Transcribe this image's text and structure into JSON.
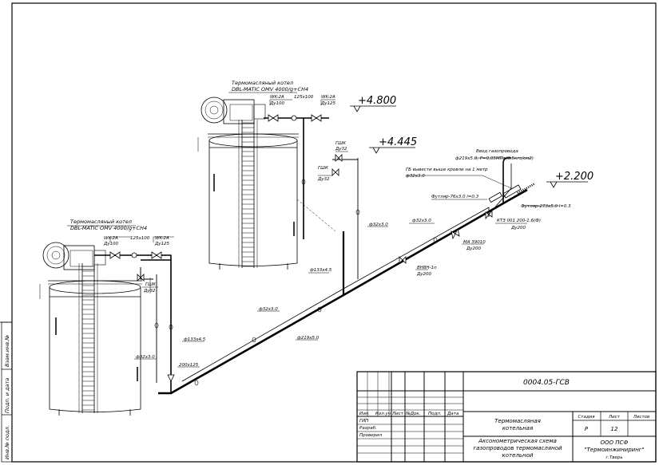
{
  "title_block": {
    "doc_code": "0004.05-ГСВ",
    "header_cols": [
      "Изм.",
      "Кол.уч",
      "Лист",
      "№Док.",
      "Подп.",
      "Дата"
    ],
    "roles": [
      "ГИП",
      "Разраб.",
      "Проверил"
    ],
    "object_name": "Термомасляная котельная",
    "sheet_title": "Аксонометрическая схема газопроводов термомасляной котельной",
    "stage_label": "Стадия",
    "sheet_label": "Лист",
    "sheets_label": "Листов",
    "stage": "Р",
    "sheet": "12",
    "sheets": "",
    "org_line1": "ООО ПСФ",
    "org_line2": "\"Термоинжиниринг\"",
    "org_city": "г.Тверь"
  },
  "side_stamp": [
    "Инв.№ подл.",
    "Подп. и дата",
    "Взам.инв.№"
  ],
  "elevations": {
    "e1": "+4.800",
    "e2": "+4.445",
    "e3": "+2.200"
  },
  "boiler1": {
    "title_line1": "Термомасляный котел",
    "title_line2": "DBL-MATIC OMV 4000/g+СН4",
    "wk_left": "WK-2A",
    "wk_left_dn": "Ду100",
    "size": "125х100",
    "wk_right": "WK-2A",
    "wk_right_dn": "Ду125",
    "gshk": "ГШК",
    "gshk_dn": "Ду32"
  },
  "boiler2": {
    "title_line1": "Термомасляный котел",
    "title_line2": "DBL-MATIC OMV 4000/g+СН4",
    "wk_left": "WK-2A",
    "wk_left_dn": "Ду100",
    "size": "125х100",
    "wk_right": "WK-2A",
    "wk_right_dn": "Ду125",
    "gshk_top": "ГШК",
    "gshk_top_dn": "Ду32",
    "gshk_bot": "ГШК",
    "gshk_bot_dn": "Ду32"
  },
  "pipe_labels": {
    "inlet": "Ввод газопровода",
    "inlet_spec": "ф219х5.0, Р=0,05МПа(0,5кгс/см2)",
    "purge": "ГБ вывести выше кровли на 1 метр",
    "purge_pipe": "ф32х3.0",
    "sleeve1": "Футляр-76х3.0 l=0.3",
    "sleeve2": "Футляр-273х5.0 l=0.3",
    "d32_mid": "ф32х3.0",
    "ktz": "КТЗ 001 200-1,6(Ф)",
    "ktz_dn": "Ду200",
    "ma": "MA 39010",
    "ma_dn": "Ду200",
    "vn": "ВН8Н-1п",
    "vn_dn": "Ду200",
    "d32_r": "ф32х3.0",
    "d133_r": "ф133х4.5",
    "d32_l": "ф32х3.0",
    "d219": "ф219х5.0",
    "d133_l": "ф133х4.5",
    "d32_ll": "ф32х3.0",
    "reducer": "200х125"
  }
}
